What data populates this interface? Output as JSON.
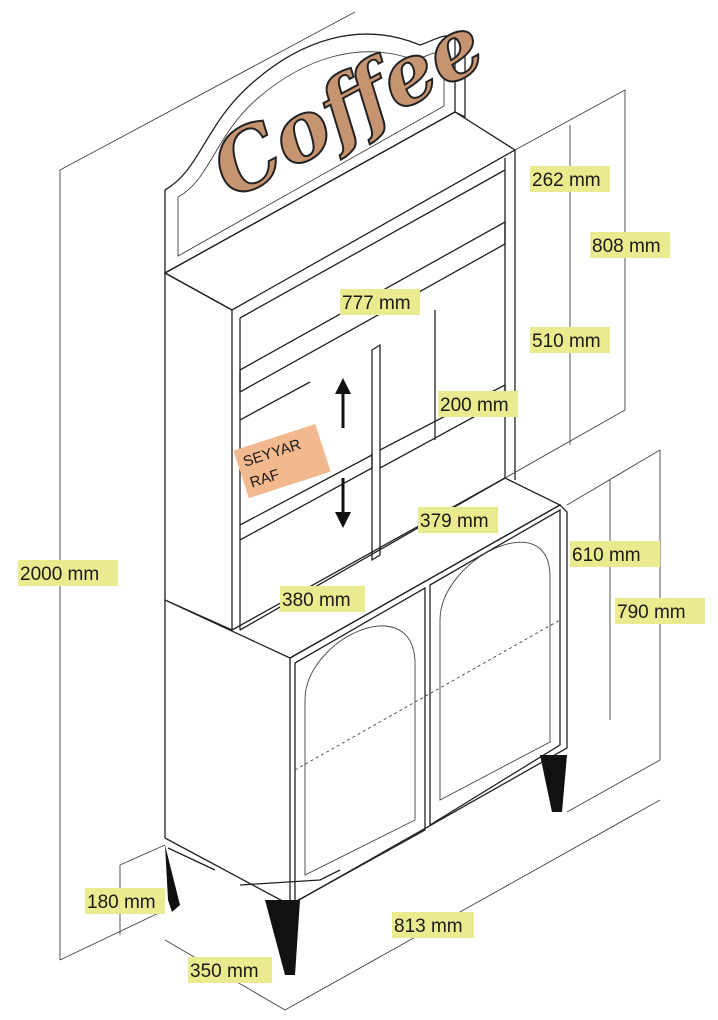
{
  "sign": {
    "text": "Coffee",
    "color": "#c69470"
  },
  "shelf_label": {
    "line1": "SEYYAR",
    "line2": "RAF",
    "color": "#f3b98e"
  },
  "highlight_color": "#eaeb8e",
  "dimensions": {
    "total_height": "2000 mm",
    "top_section_height": "808 mm",
    "sign_height": "262 mm",
    "hutch_height": "510 mm",
    "inner_width": "777 mm",
    "shelf_height": "200 mm",
    "inner_shelf_width": "379 mm",
    "lower_shelf_width": "380 mm",
    "cabinet_height": "610 mm",
    "cabinet_with_legs_height": "790 mm",
    "leg_height": "180 mm",
    "depth": "350 mm",
    "total_width": "813 mm"
  }
}
